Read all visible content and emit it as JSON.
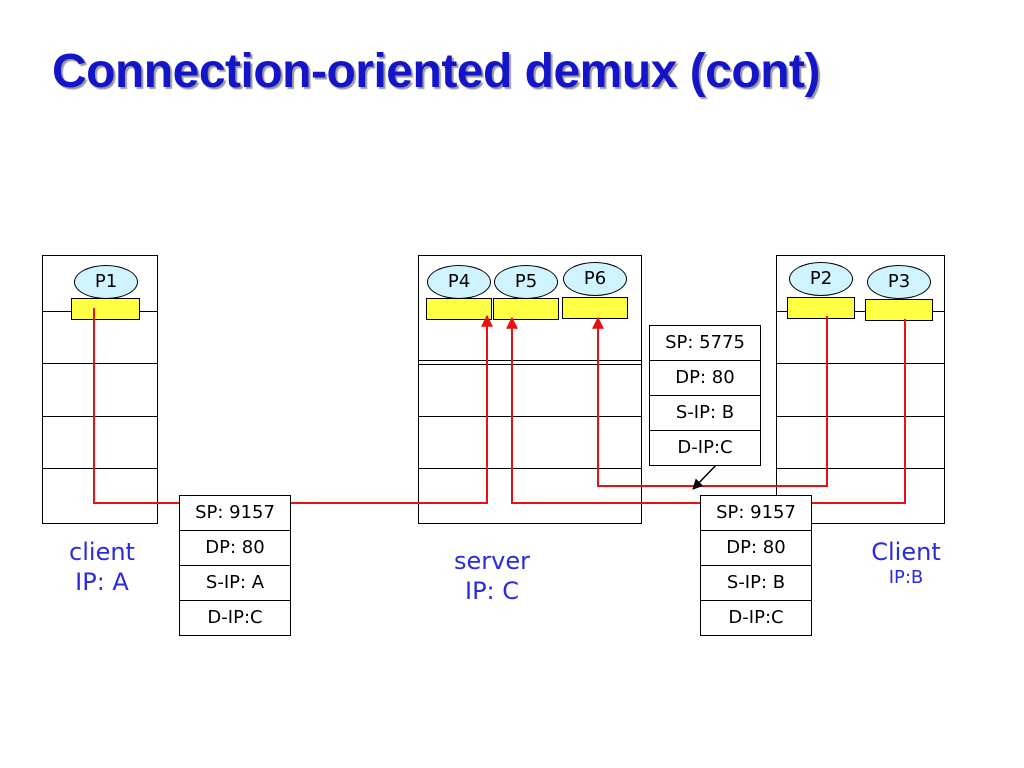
{
  "title": "Connection-oriented demux (cont)",
  "client_a": {
    "process": "P1",
    "label_line1": "client",
    "label_line2": "IP: A",
    "packet": [
      "SP: 9157",
      "DP: 80",
      "S-IP: A",
      "D-IP:C"
    ]
  },
  "server": {
    "processes": [
      "P4",
      "P5",
      "P6"
    ],
    "label_line1": "server",
    "label_line2": "IP: C"
  },
  "client_b": {
    "processes": [
      "P2",
      "P3"
    ],
    "label_line1": "Client",
    "label_line2": "IP:B",
    "packet_top": [
      "SP: 5775",
      "DP: 80",
      "S-IP: B",
      "D-IP:C"
    ],
    "packet_bottom": [
      "SP: 9157",
      "DP: 80",
      "S-IP: B",
      "D-IP:C"
    ]
  },
  "colors": {
    "title": "#1414c8",
    "label": "#2a2ae0",
    "wire": "#e81010",
    "socket": "#ffff44",
    "process": "#cff3ff"
  }
}
